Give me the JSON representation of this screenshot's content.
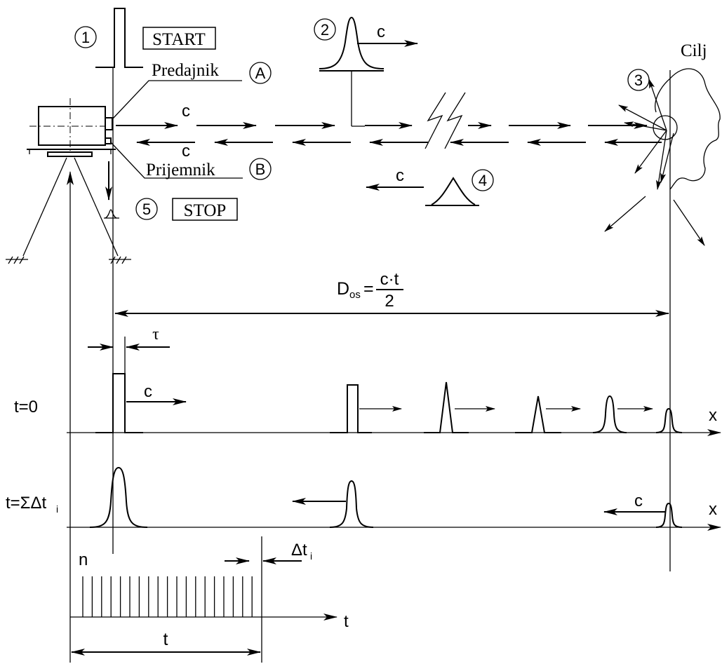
{
  "labels": {
    "marker_1": "1",
    "marker_2": "2",
    "marker_3": "3",
    "marker_4": "4",
    "marker_5": "5",
    "start": "START",
    "stop": "STOP",
    "transmitter": "Predajnik",
    "transmitter_letter": "A",
    "receiver": "Prijemnik",
    "receiver_letter": "B",
    "target": "Cilj",
    "speed": "c",
    "tau": "τ",
    "distance_lhs": "D",
    "distance_sub": "os",
    "formula_eq": "=",
    "formula_num": "c·t",
    "formula_den": "2",
    "row1_time": "t=0",
    "row2_time_prefix": "t=ΣΔt",
    "row2_time_sub": "i",
    "axis_x": "x",
    "axis_t": "t",
    "count": "n",
    "delta_t": "Δt",
    "delta_t_sub": "i",
    "total_time": "t"
  }
}
